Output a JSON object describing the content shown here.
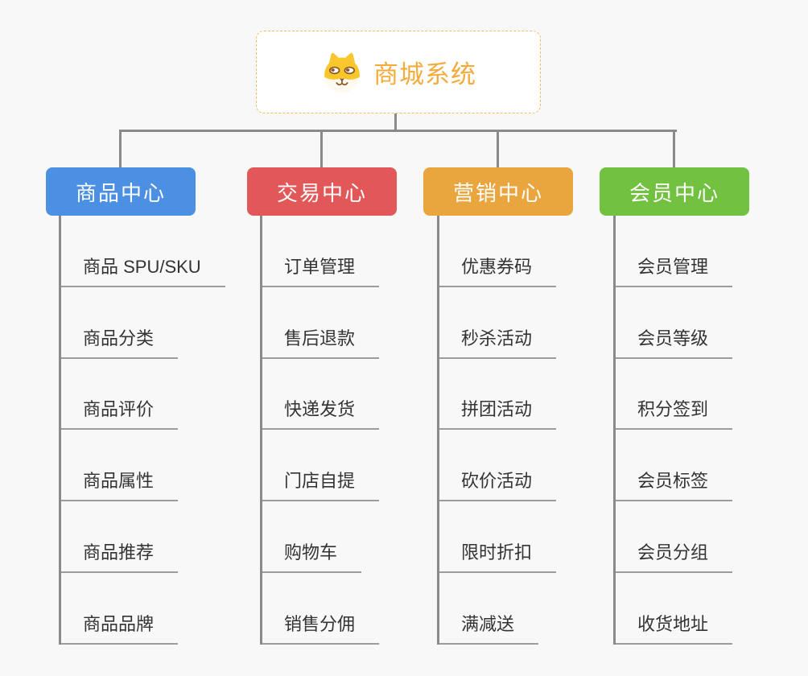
{
  "canvas": {
    "background_color": "#f8f8f8",
    "connector_color": "#8a8a8a",
    "item_underline_color": "#9c9c9c",
    "item_text_color": "#333333"
  },
  "root": {
    "title": "商城系统",
    "icon": "shiba-dog-icon",
    "text_color": "#f5ab3b",
    "border_color": "#f3bc63",
    "background_color": "#ffffff"
  },
  "branches": [
    {
      "label": "商品中心",
      "color": "#4b90e2",
      "items": [
        "商品 SPU/SKU",
        "商品分类",
        "商品评价",
        "商品属性",
        "商品推荐",
        "商品品牌"
      ]
    },
    {
      "label": "交易中心",
      "color": "#e25757",
      "items": [
        "订单管理",
        "售后退款",
        "快递发货",
        "门店自提",
        "购物车",
        "销售分佣"
      ]
    },
    {
      "label": "营销中心",
      "color": "#eaa63e",
      "items": [
        "优惠券码",
        "秒杀活动",
        "拼团活动",
        "砍价活动",
        "限时折扣",
        "满减送"
      ]
    },
    {
      "label": "会员中心",
      "color": "#72c140",
      "items": [
        "会员管理",
        "会员等级",
        "积分签到",
        "会员标签",
        "会员分组",
        "收货地址"
      ]
    }
  ]
}
